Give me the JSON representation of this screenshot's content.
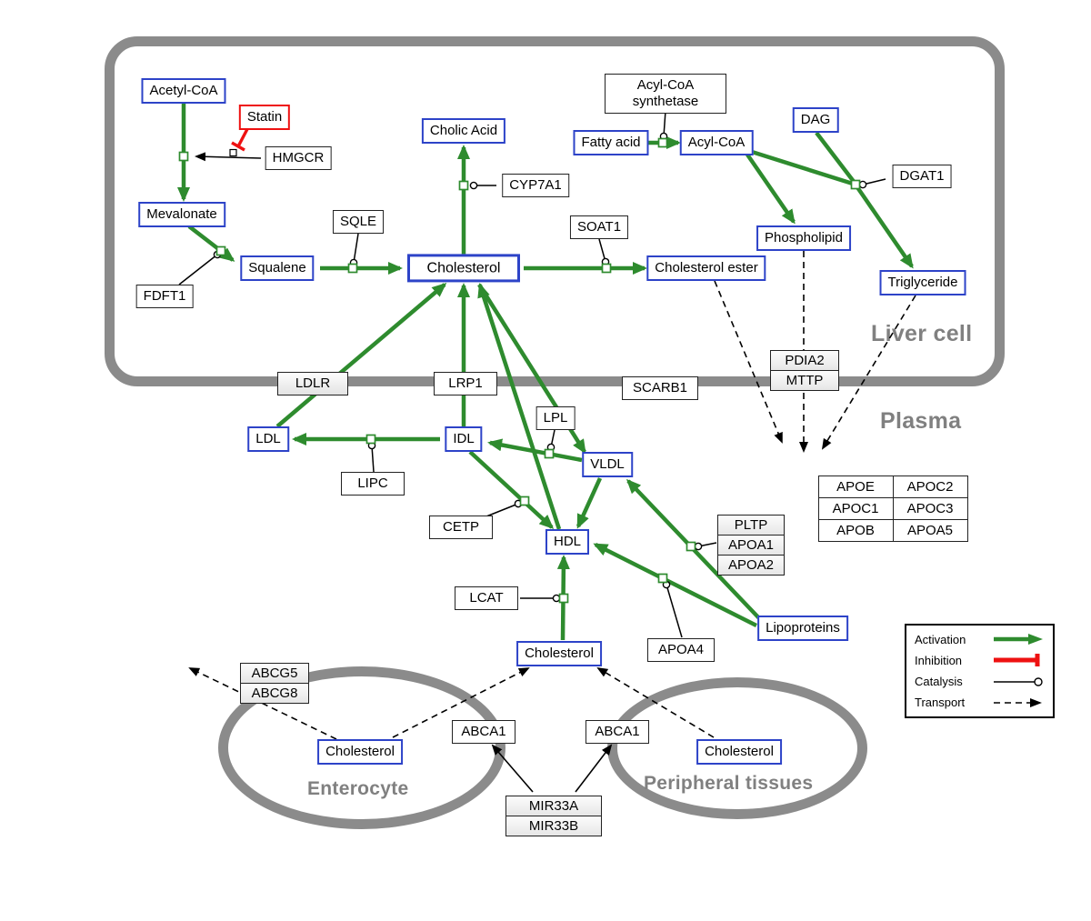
{
  "compartments": {
    "liver": "Liver cell",
    "plasma": "Plasma",
    "enterocyte": "Enterocyte",
    "peripheral": "Peripheral tissues"
  },
  "metabolites": {
    "acetyl_coa": "Acetyl-CoA",
    "mevalonate": "Mevalonate",
    "squalene": "Squalene",
    "cholesterol_liver": "Cholesterol",
    "cholic_acid": "Cholic Acid",
    "fatty_acid": "Fatty acid",
    "acyl_coa": "Acyl-CoA",
    "dag": "DAG",
    "phospholipid": "Phospholipid",
    "cholesterol_ester": "Cholesterol ester",
    "triglyceride": "Triglyceride",
    "ldl": "LDL",
    "idl": "IDL",
    "vldl": "VLDL",
    "hdl": "HDL",
    "lipoproteins": "Lipoproteins",
    "cholesterol_plasma": "Cholesterol",
    "cholesterol_enterocyte": "Cholesterol",
    "cholesterol_peripheral": "Cholesterol"
  },
  "enzymes": {
    "statin": "Statin",
    "hmgcr": "HMGCR",
    "fdft1": "FDFT1",
    "sqle": "SQLE",
    "cyp7a1": "CYP7A1",
    "soat1": "SOAT1",
    "acs_line1": "Acyl-CoA",
    "acs_line2": "synthetase",
    "dgat1": "DGAT1",
    "pdia2": "PDIA2",
    "mttp": "MTTP",
    "ldlr": "LDLR",
    "lrp1": "LRP1",
    "scarb1": "SCARB1",
    "lpl": "LPL",
    "lipc": "LIPC",
    "cetp": "CETP",
    "lcat": "LCAT",
    "pltp": "PLTP",
    "apoa1": "APOA1",
    "apoa2": "APOA2",
    "apoa4": "APOA4",
    "abcg5": "ABCG5",
    "abcg8": "ABCG8",
    "abca1_left": "ABCA1",
    "abca1_right": "ABCA1",
    "mir33a": "MIR33A",
    "mir33b": "MIR33B"
  },
  "apo_table": {
    "rows": [
      [
        "APOE",
        "APOC2"
      ],
      [
        "APOC1",
        "APOC3"
      ],
      [
        "APOB",
        "APOA5"
      ]
    ]
  },
  "legend": {
    "activation": "Activation",
    "inhibition": "Inhibition",
    "catalysis": "Catalysis",
    "transport": "Transport"
  },
  "colors": {
    "activation_green": "#2e8b2e",
    "inhibition_red": "#ee1111",
    "metabolite_blue": "#2d43c8",
    "membrane_gray": "#8b8b8b",
    "label_gray": "#808080"
  }
}
